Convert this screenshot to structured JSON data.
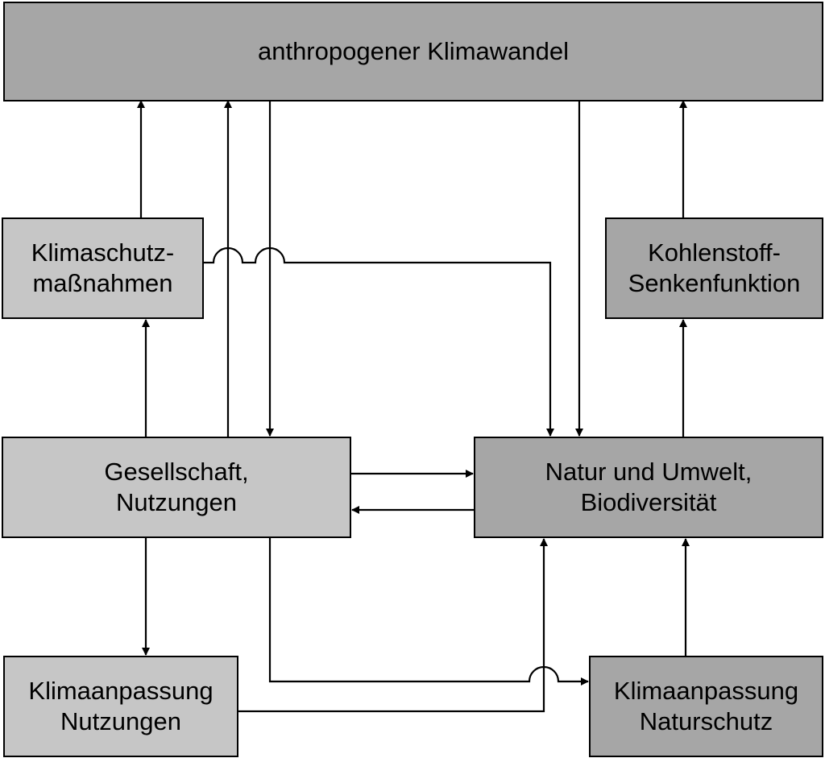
{
  "diagram": {
    "nodes": {
      "top": {
        "lines": [
          "anthropogener Klimawandel"
        ]
      },
      "klimaschutz": {
        "lines": [
          "Klimaschutz-",
          "maßnahmen"
        ]
      },
      "kohlenstoff": {
        "lines": [
          "Kohlenstoff-",
          "Senkenfunktion"
        ]
      },
      "gesellschaft": {
        "lines": [
          "Gesellschaft,",
          "Nutzungen"
        ]
      },
      "natur": {
        "lines": [
          "Natur und Umwelt,",
          "Biodiversität"
        ]
      },
      "anpassung_nutzungen": {
        "lines": [
          "Klimaanpassung",
          "Nutzungen"
        ]
      },
      "anpassung_naturschutz": {
        "lines": [
          "Klimaanpassung",
          "Naturschutz"
        ]
      }
    },
    "colors": {
      "light_box": "#c6c6c6",
      "dark_box": "#a6a6a6",
      "line": "#000000"
    }
  }
}
